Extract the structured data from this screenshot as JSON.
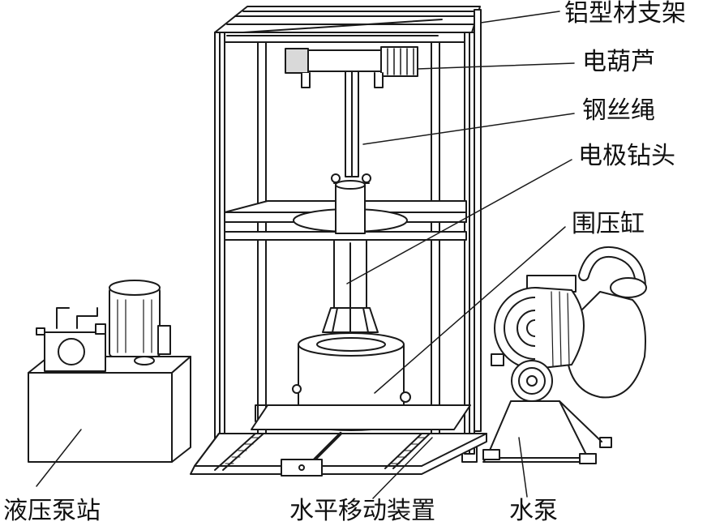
{
  "labels": {
    "frame": "铝型材支架",
    "hoist": "电葫芦",
    "wire_rope": "钢丝绳",
    "electrode_drill": "电极钻头",
    "pressure_cylinder": "围压缸",
    "hydraulic_station": "液压泵站",
    "horizontal_mover": "水平移动装置",
    "water_pump": "水泵"
  },
  "colors": {
    "line": "#1a1a1a",
    "fill": "#ffffff",
    "shade": "#d9d9d9"
  }
}
